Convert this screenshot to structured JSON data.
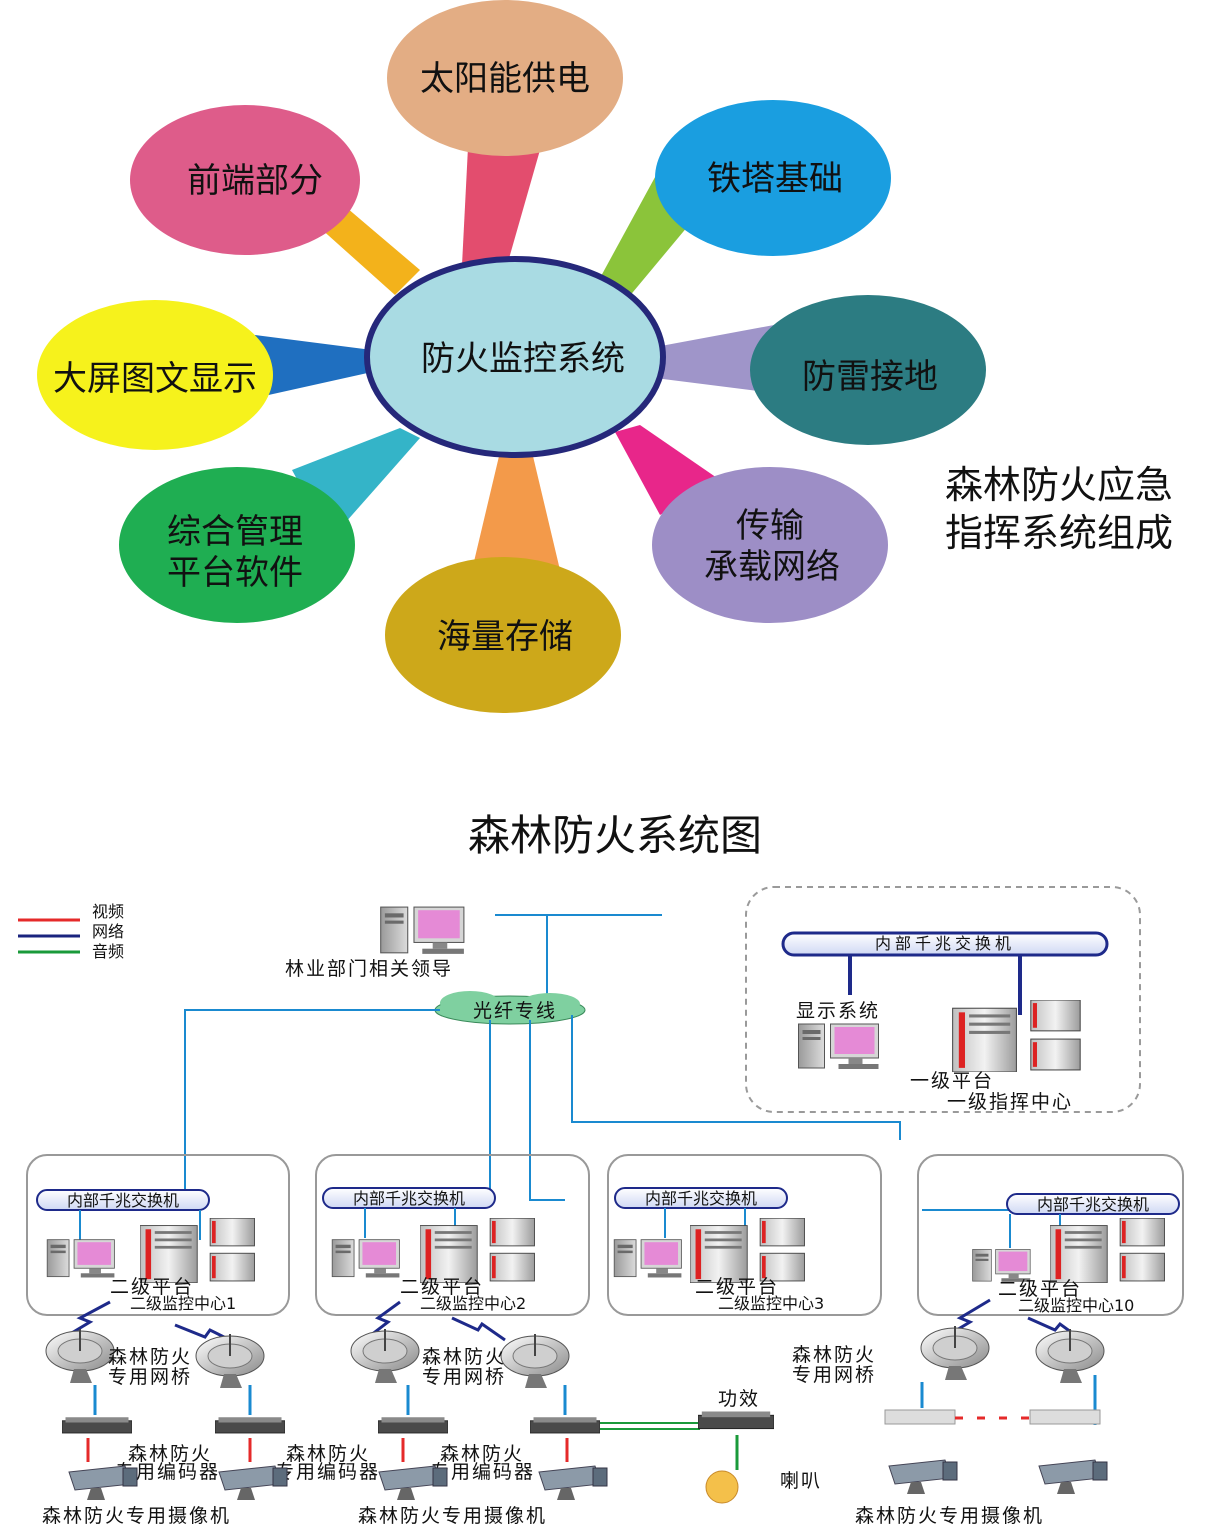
{
  "mindmap": {
    "center": "防火监控系统",
    "nodes": {
      "solar": "太阳能供电",
      "frontend": "前端部分",
      "tower": "铁塔基础",
      "lightning": "防雷接地",
      "display": "大屏图文显示",
      "network_l1": "传输",
      "network_l2": "承载网络",
      "mgmt_l1": "综合管理",
      "mgmt_l2": "平台软件",
      "storage": "海量存储"
    },
    "caption_l1": "森林防火应急",
    "caption_l2": "指挥系统组成"
  },
  "system": {
    "title": "森林防火系统图",
    "legend": [
      "视频",
      "网络",
      "音频"
    ],
    "legend_colors": [
      "#e52a2a",
      "#1a237e",
      "#1a9a3a"
    ],
    "leaders": "林业部门相关领导",
    "fiber": "光纤专线",
    "top": {
      "switch": "内部千兆交换机",
      "display": "显示系统",
      "platform": "一级平台",
      "center": "一级指挥中心"
    },
    "switch_label": "内部千兆交换机",
    "platform2": "二级平台",
    "centers": [
      "二级监控中心1",
      "二级监控中心2",
      "二级监控中心3",
      "二级监控中心10"
    ],
    "bridge_l1": "森林防火",
    "bridge_l2": "专用网桥",
    "encoder_l1": "森林防火",
    "encoder_l2": "专用编码器",
    "camera": "森林防火专用摄像机",
    "amp": "功效",
    "speaker": "喇叭"
  }
}
